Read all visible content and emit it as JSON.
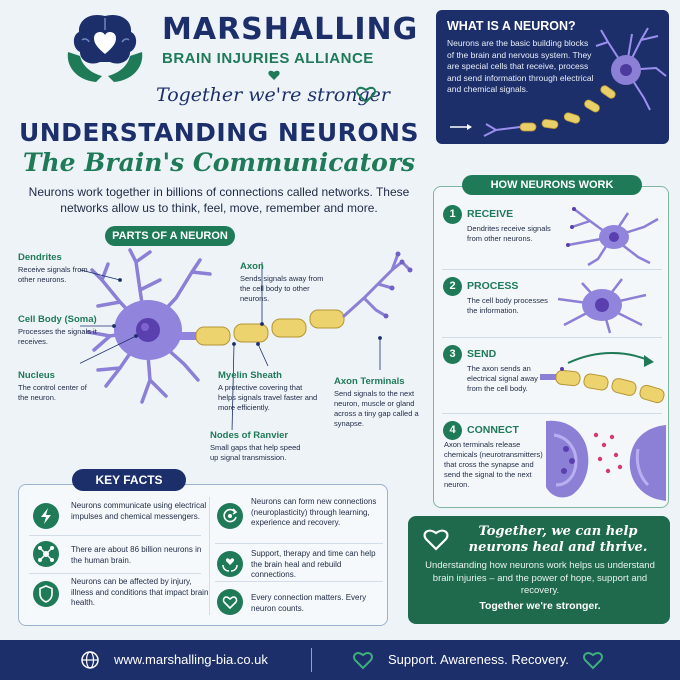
{
  "brand": {
    "name": "MARSHALLING",
    "subtitle": "BRAIN INJURIES ALLIANCE",
    "tagline": "Together we're stronger"
  },
  "heading": {
    "title": "UNDERSTANDING NEURONS",
    "subtitle": "The Brain's Communicators",
    "intro": "Neurons work together in billions of connections called networks. These networks allow us to think, feel, move, remember and more."
  },
  "what_is": {
    "title": "WHAT IS A NEURON?",
    "text": "Neurons are the basic building blocks of the brain and nervous system. They are special cells that receive, process and send information through electrical and chemical signals."
  },
  "parts": {
    "title": "PARTS OF A NEURON",
    "items": [
      {
        "name": "Dendrites",
        "desc": "Receive signals from other neurons."
      },
      {
        "name": "Cell Body (Soma)",
        "desc": "Processes the signals it receives."
      },
      {
        "name": "Nucleus",
        "desc": "The control center of the neuron."
      },
      {
        "name": "Axon",
        "desc": "Sends signals away from the cell body to other neurons."
      },
      {
        "name": "Myelin Sheath",
        "desc": "A protective covering that helps signals travel faster and more efficiently."
      },
      {
        "name": "Nodes of Ranvier",
        "desc": "Small gaps that help speed up signal transmission."
      },
      {
        "name": "Axon Terminals",
        "desc": "Send signals to the next neuron, muscle or gland across a tiny gap called a synapse."
      }
    ]
  },
  "how": {
    "title": "HOW NEURONS WORK",
    "steps": [
      {
        "num": "1",
        "title": "RECEIVE",
        "desc": "Dendrites receive signals from other neurons."
      },
      {
        "num": "2",
        "title": "PROCESS",
        "desc": "The cell body processes the information."
      },
      {
        "num": "3",
        "title": "SEND",
        "desc": "The axon sends an electrical signal away from the cell body."
      },
      {
        "num": "4",
        "title": "CONNECT",
        "desc": "Axon terminals release chemicals (neurotransmitters) that cross the synapse and send the signal to the next neuron."
      }
    ]
  },
  "facts": {
    "title": "KEY FACTS",
    "items": [
      {
        "icon": "lightning-icon",
        "text": "Neurons communicate using electrical impulses and chemical messengers."
      },
      {
        "icon": "network-icon",
        "text": "There are about 86 billion neurons in the human brain."
      },
      {
        "icon": "shield-icon",
        "text": "Neurons can be affected by injury, illness and conditions that impact brain health."
      },
      {
        "icon": "refresh-icon",
        "text": "Neurons can form new connections (neuroplasticity) through learning, experience and recovery."
      },
      {
        "icon": "heart-hands-icon",
        "text": "Support, therapy and time can help the brain heal and rebuild connections."
      },
      {
        "icon": "heart-icon",
        "text": "Every connection matters. Every neuron counts."
      }
    ]
  },
  "closing": {
    "title": "Together, we can help neurons heal and thrive.",
    "body": "Understanding how neurons work helps us understand brain injuries – and the power of hope, support and recovery.",
    "footer": "Together we're stronger."
  },
  "footer": {
    "url": "www.marshalling-bia.co.uk",
    "tagline": "Support. Awareness. Recovery."
  },
  "colors": {
    "navy": "#1c2f6b",
    "green": "#1f7a58",
    "neuron": "#8b7fd6",
    "myelin": "#e8cf6a"
  }
}
